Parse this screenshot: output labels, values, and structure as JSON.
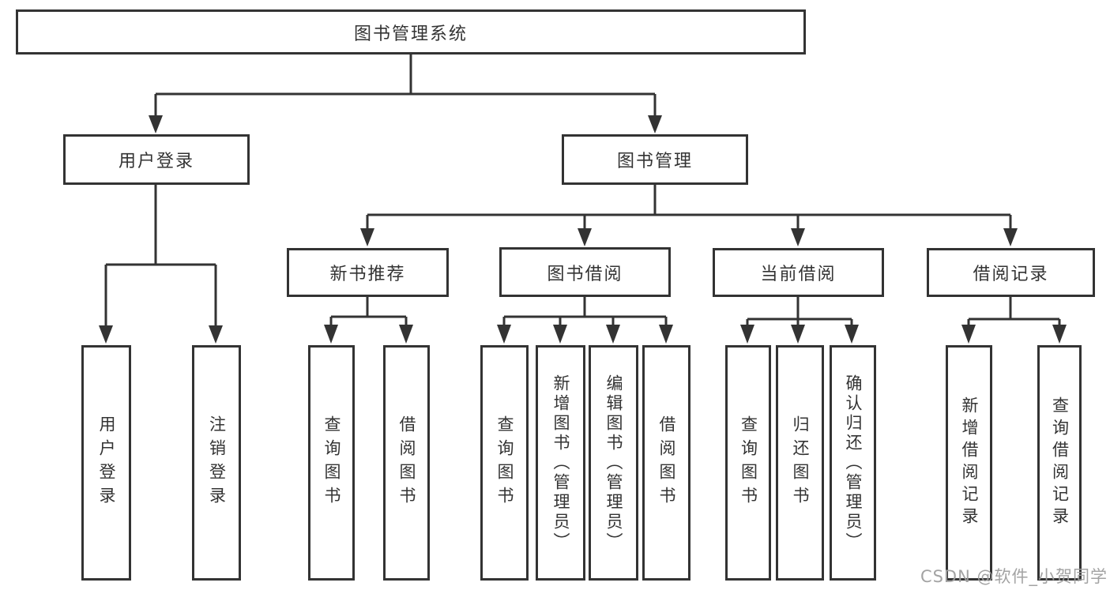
{
  "tree": {
    "root": {
      "label": "图书管理系统",
      "children": [
        {
          "label": "用户登录",
          "children": [
            {
              "label": "用户登录"
            },
            {
              "label": "注销登录"
            }
          ]
        },
        {
          "label": "图书管理",
          "children": [
            {
              "label": "新书推荐",
              "children": [
                {
                  "label": "查询图书"
                },
                {
                  "label": "借阅图书"
                }
              ]
            },
            {
              "label": "图书借阅",
              "children": [
                {
                  "label": "查询图书"
                },
                {
                  "label": "新增图书（管理员）"
                },
                {
                  "label": "编辑图书（管理员）"
                },
                {
                  "label": "借阅图书"
                }
              ]
            },
            {
              "label": "当前借阅",
              "children": [
                {
                  "label": "查询图书"
                },
                {
                  "label": "归还图书"
                },
                {
                  "label": "确认归还（管理员）"
                }
              ]
            },
            {
              "label": "借阅记录",
              "children": [
                {
                  "label": "新增借阅记录"
                },
                {
                  "label": "查询借阅记录"
                }
              ]
            }
          ]
        }
      ]
    }
  },
  "watermark": {
    "text": "CSDN @软件_小贺同学"
  },
  "colors": {
    "line": "#333333",
    "box_border": "#333333",
    "box_bg": "#ffffff",
    "text": "#333333",
    "watermark": "#9e9e9e"
  }
}
